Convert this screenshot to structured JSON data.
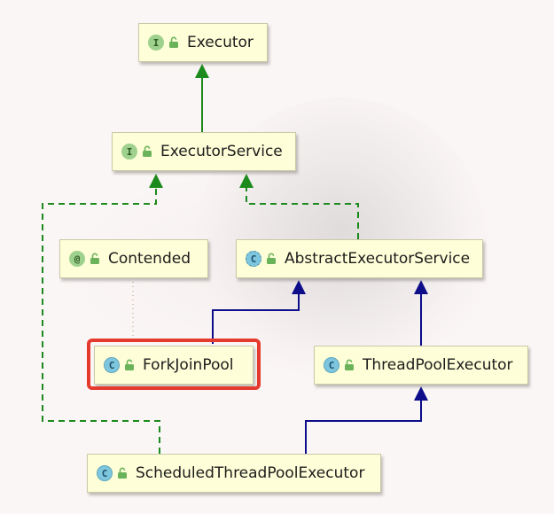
{
  "nodes": {
    "executor": {
      "kind": "I",
      "name": "Executor"
    },
    "executor_service": {
      "kind": "I",
      "name": "ExecutorService"
    },
    "contended": {
      "kind": "@",
      "name": "Contended"
    },
    "abstract_executor_service": {
      "kind": "C",
      "name": "AbstractExecutorService"
    },
    "fork_join_pool": {
      "kind": "C",
      "name": "ForkJoinPool"
    },
    "thread_pool_executor": {
      "kind": "C",
      "name": "ThreadPoolExecutor"
    },
    "scheduled_thread_pool_executor": {
      "kind": "C",
      "name": "ScheduledThreadPoolExecutor"
    }
  },
  "colors": {
    "implements_edge": "#1d8a1d",
    "extends_edge": "#0d0d8a",
    "annotation_edge": "#8a8a4a",
    "highlight": "#e53a2e",
    "node_fill": "#fefed8"
  },
  "icons": {
    "visibility": "unlock-icon"
  },
  "highlighted_node": "ForkJoinPool"
}
